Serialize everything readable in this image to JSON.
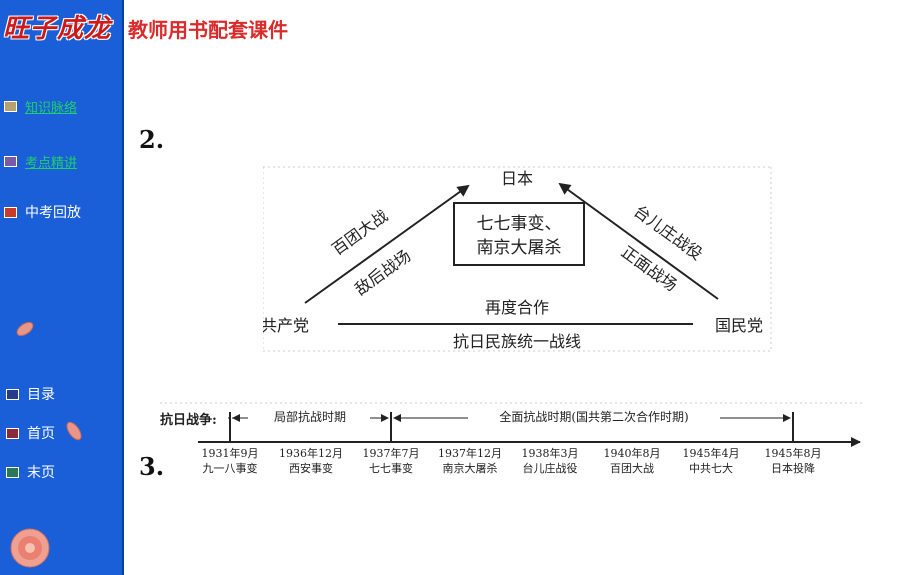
{
  "header": {
    "brand_logo": "旺子成龙",
    "subtitle": "教师用书配套课件"
  },
  "sidebar": {
    "nav": [
      {
        "label": "知识脉络",
        "icon": "tan-square-icon",
        "style": "link"
      },
      {
        "label": "考点精讲",
        "icon": "purple-square-icon",
        "style": "link"
      },
      {
        "label": "中考回放",
        "icon": "red-square-icon",
        "style": "plain"
      }
    ],
    "bottom_nav": [
      {
        "label": "目录",
        "icon": "navy-square-icon"
      },
      {
        "label": "首页",
        "icon": "maroon-square-icon"
      },
      {
        "label": "末页",
        "icon": "green-square-icon"
      }
    ]
  },
  "content": {
    "item2_number": "2.",
    "item3_number": "3.",
    "triangle": {
      "top": "日本",
      "left": "共产党",
      "right": "国民党",
      "center_line1": "七七事变、",
      "center_line2": "南京大屠杀",
      "left_upper": "百团大战",
      "left_lower": "敌后战场",
      "right_upper": "台儿庄战役",
      "right_lower": "正面战场",
      "bottom_upper": "再度合作",
      "bottom_lower": "抗日民族统一战线"
    },
    "timeline": {
      "label": "抗日战争:",
      "period_partial": "局部抗战时期",
      "period_full": "全面抗战时期(国共第二次合作时期)",
      "events": [
        {
          "date": "1931年9月",
          "name": "九一八事变"
        },
        {
          "date": "1936年12月",
          "name": "西安事变"
        },
        {
          "date": "1937年7月",
          "name": "七七事变"
        },
        {
          "date": "1937年12月",
          "name": "南京大屠杀"
        },
        {
          "date": "1938年3月",
          "name": "台儿庄战役"
        },
        {
          "date": "1940年8月",
          "name": "百团大战"
        },
        {
          "date": "1945年4月",
          "name": "中共七大"
        },
        {
          "date": "1945年8月",
          "name": "日本投降"
        }
      ]
    }
  },
  "colors": {
    "sidebar_bg": "#1a5fd8",
    "link_green": "#1fcf6a",
    "subtitle_red": "#d92b2b"
  }
}
